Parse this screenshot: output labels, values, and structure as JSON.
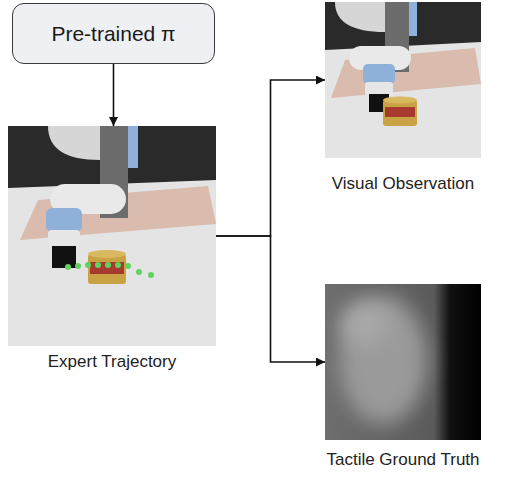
{
  "diagram": {
    "nodes": [
      {
        "text": [
          "Pre-trained π"
        ]
      },
      {
        "text": [
          "Expert Trajectory"
        ]
      },
      {
        "text": [
          "Visual Observation"
        ]
      },
      {
        "text": [
          "Tactile Ground Truth"
        ]
      }
    ],
    "edges": [
      {
        "from": 0,
        "to": 1,
        "arrow": "to"
      },
      {
        "from": 1,
        "to": 2,
        "arrow": "to"
      },
      {
        "from": 1,
        "to": 3,
        "arrow": "to"
      }
    ]
  }
}
